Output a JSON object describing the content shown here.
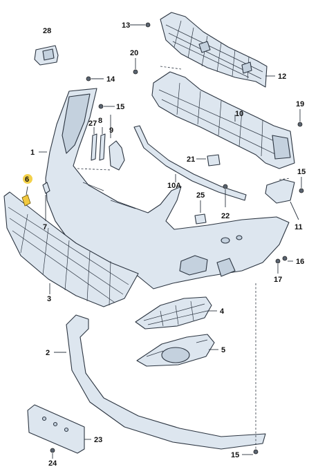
{
  "diagram": {
    "labels": [
      "28",
      "13",
      "20",
      "14",
      "12",
      "15",
      "27",
      "8",
      "9",
      "10",
      "19",
      "1",
      "21",
      "15",
      "10A",
      "6",
      "25",
      "22",
      "7",
      "11",
      "16",
      "17",
      "3",
      "4",
      "2",
      "5",
      "23",
      "24",
      "15"
    ],
    "highlighted_label": "6",
    "colors": {
      "part_fill": "#dde6ef",
      "line": "#2b3440",
      "highlight": "#f3d14a"
    }
  }
}
